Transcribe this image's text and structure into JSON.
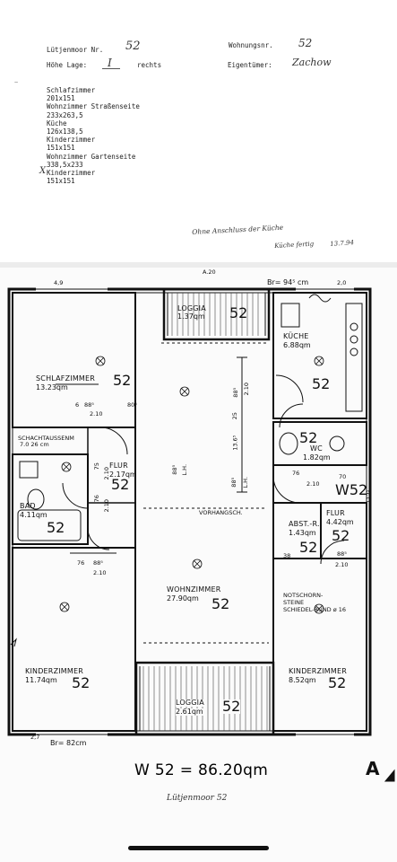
{
  "header": {
    "street_label": "Lütjenmoor Nr.",
    "street_number": "52",
    "floor_label": "Höhe Lage:",
    "floor_value": "I",
    "floor_side": "rechts",
    "unit_label": "Wohnungsnr.",
    "unit_value": "52",
    "owner_label": "Eigentümer:",
    "owner_value": "Zachow"
  },
  "room_list": [
    "Schlafzimmer",
    "201x151",
    "Wohnzimmer Straßenseite",
    "233x263,5",
    "Küche",
    "126x138,5",
    "Kinderzimmer",
    "151x151",
    "Wohnzimmer Gartenseite",
    "338,5x233",
    "Kinderzimmer",
    "151x151"
  ],
  "list_mark": "X",
  "handwritten_note": [
    "Ohne Anschluss der Küche",
    "Küche fertig",
    "13.7.94"
  ],
  "plan": {
    "top_mark": "A.20",
    "top_left_dim": "4,9",
    "top_right_dim": "2,0",
    "width_top": "Br= 94⁵ cm",
    "rooms": {
      "loggia_top": {
        "name": "LOGGIA",
        "area": "1.37qm",
        "num": "52"
      },
      "kueche": {
        "name": "KÜCHE",
        "area": "6.88qm",
        "num": "52"
      },
      "schlafzimmer": {
        "name": "SCHLAFZIMMER",
        "area": "13.23qm",
        "num": "52"
      },
      "schacht": {
        "name": "SCHACHTAUSSENM",
        "dim": "7.0 26 cm"
      },
      "flur_left": {
        "name": "FLUR",
        "area": "2.17qm",
        "num": "52"
      },
      "wc": {
        "name": "WC",
        "area": "1.82qm",
        "num": "52"
      },
      "w52_label": "W52",
      "bad": {
        "name": "BAD",
        "area": "4.11qm",
        "num": "52"
      },
      "abst": {
        "name": "ABST.-R.",
        "area": "1.43qm",
        "num": "52"
      },
      "flur_right": {
        "name": "FLUR",
        "area": "4.42qm",
        "num": "52"
      },
      "wohnzimmer": {
        "name": "WOHNZIMMER",
        "area": "27.90qm",
        "num": "52"
      },
      "notschorn": {
        "line1": "NOTSCHORN-",
        "line2": "STEINE",
        "line3": "SCHIEDEL-RUND ø 16"
      },
      "kinder_left": {
        "name": "KINDERZIMMER",
        "area": "11.74qm",
        "num": "52"
      },
      "kinder_right": {
        "name": "KINDERZIMMER",
        "area": "8.52qm",
        "num": "52"
      },
      "loggia_bottom": {
        "name": "LOGGIA",
        "area": "2.61qm",
        "num": "52"
      }
    },
    "door_dims": {
      "d1": "88⁵",
      "d1b": "2.10",
      "d2": "80⁵",
      "d2b": "6",
      "d3": "88⁵",
      "d3b": "2.10",
      "d3c": "76",
      "d4": "88⁵",
      "d4b": "2.10",
      "d4c": "38",
      "d5": "76",
      "d5b": "2.10",
      "d5c": "70",
      "d6": "88⁵"
    },
    "vert_dims": {
      "v1": "88⁵",
      "v2": "2.10",
      "v3": "25",
      "v4": "13.6⁵",
      "v5": "88⁵",
      "v6": "L.H.",
      "v7": "75",
      "v8": "2.10",
      "v9": "76",
      "v10": "2.10",
      "v11": "112⁵",
      "v12": "88⁵"
    },
    "vorhang": "VORHANGSCH.",
    "bottom_left_dim": "2,7",
    "width_bottom": "Br= 82cm",
    "total": "W 52 = 86.20qm",
    "footer_handwriting": "Lütjenmoor 52",
    "corner_mark": "A"
  }
}
